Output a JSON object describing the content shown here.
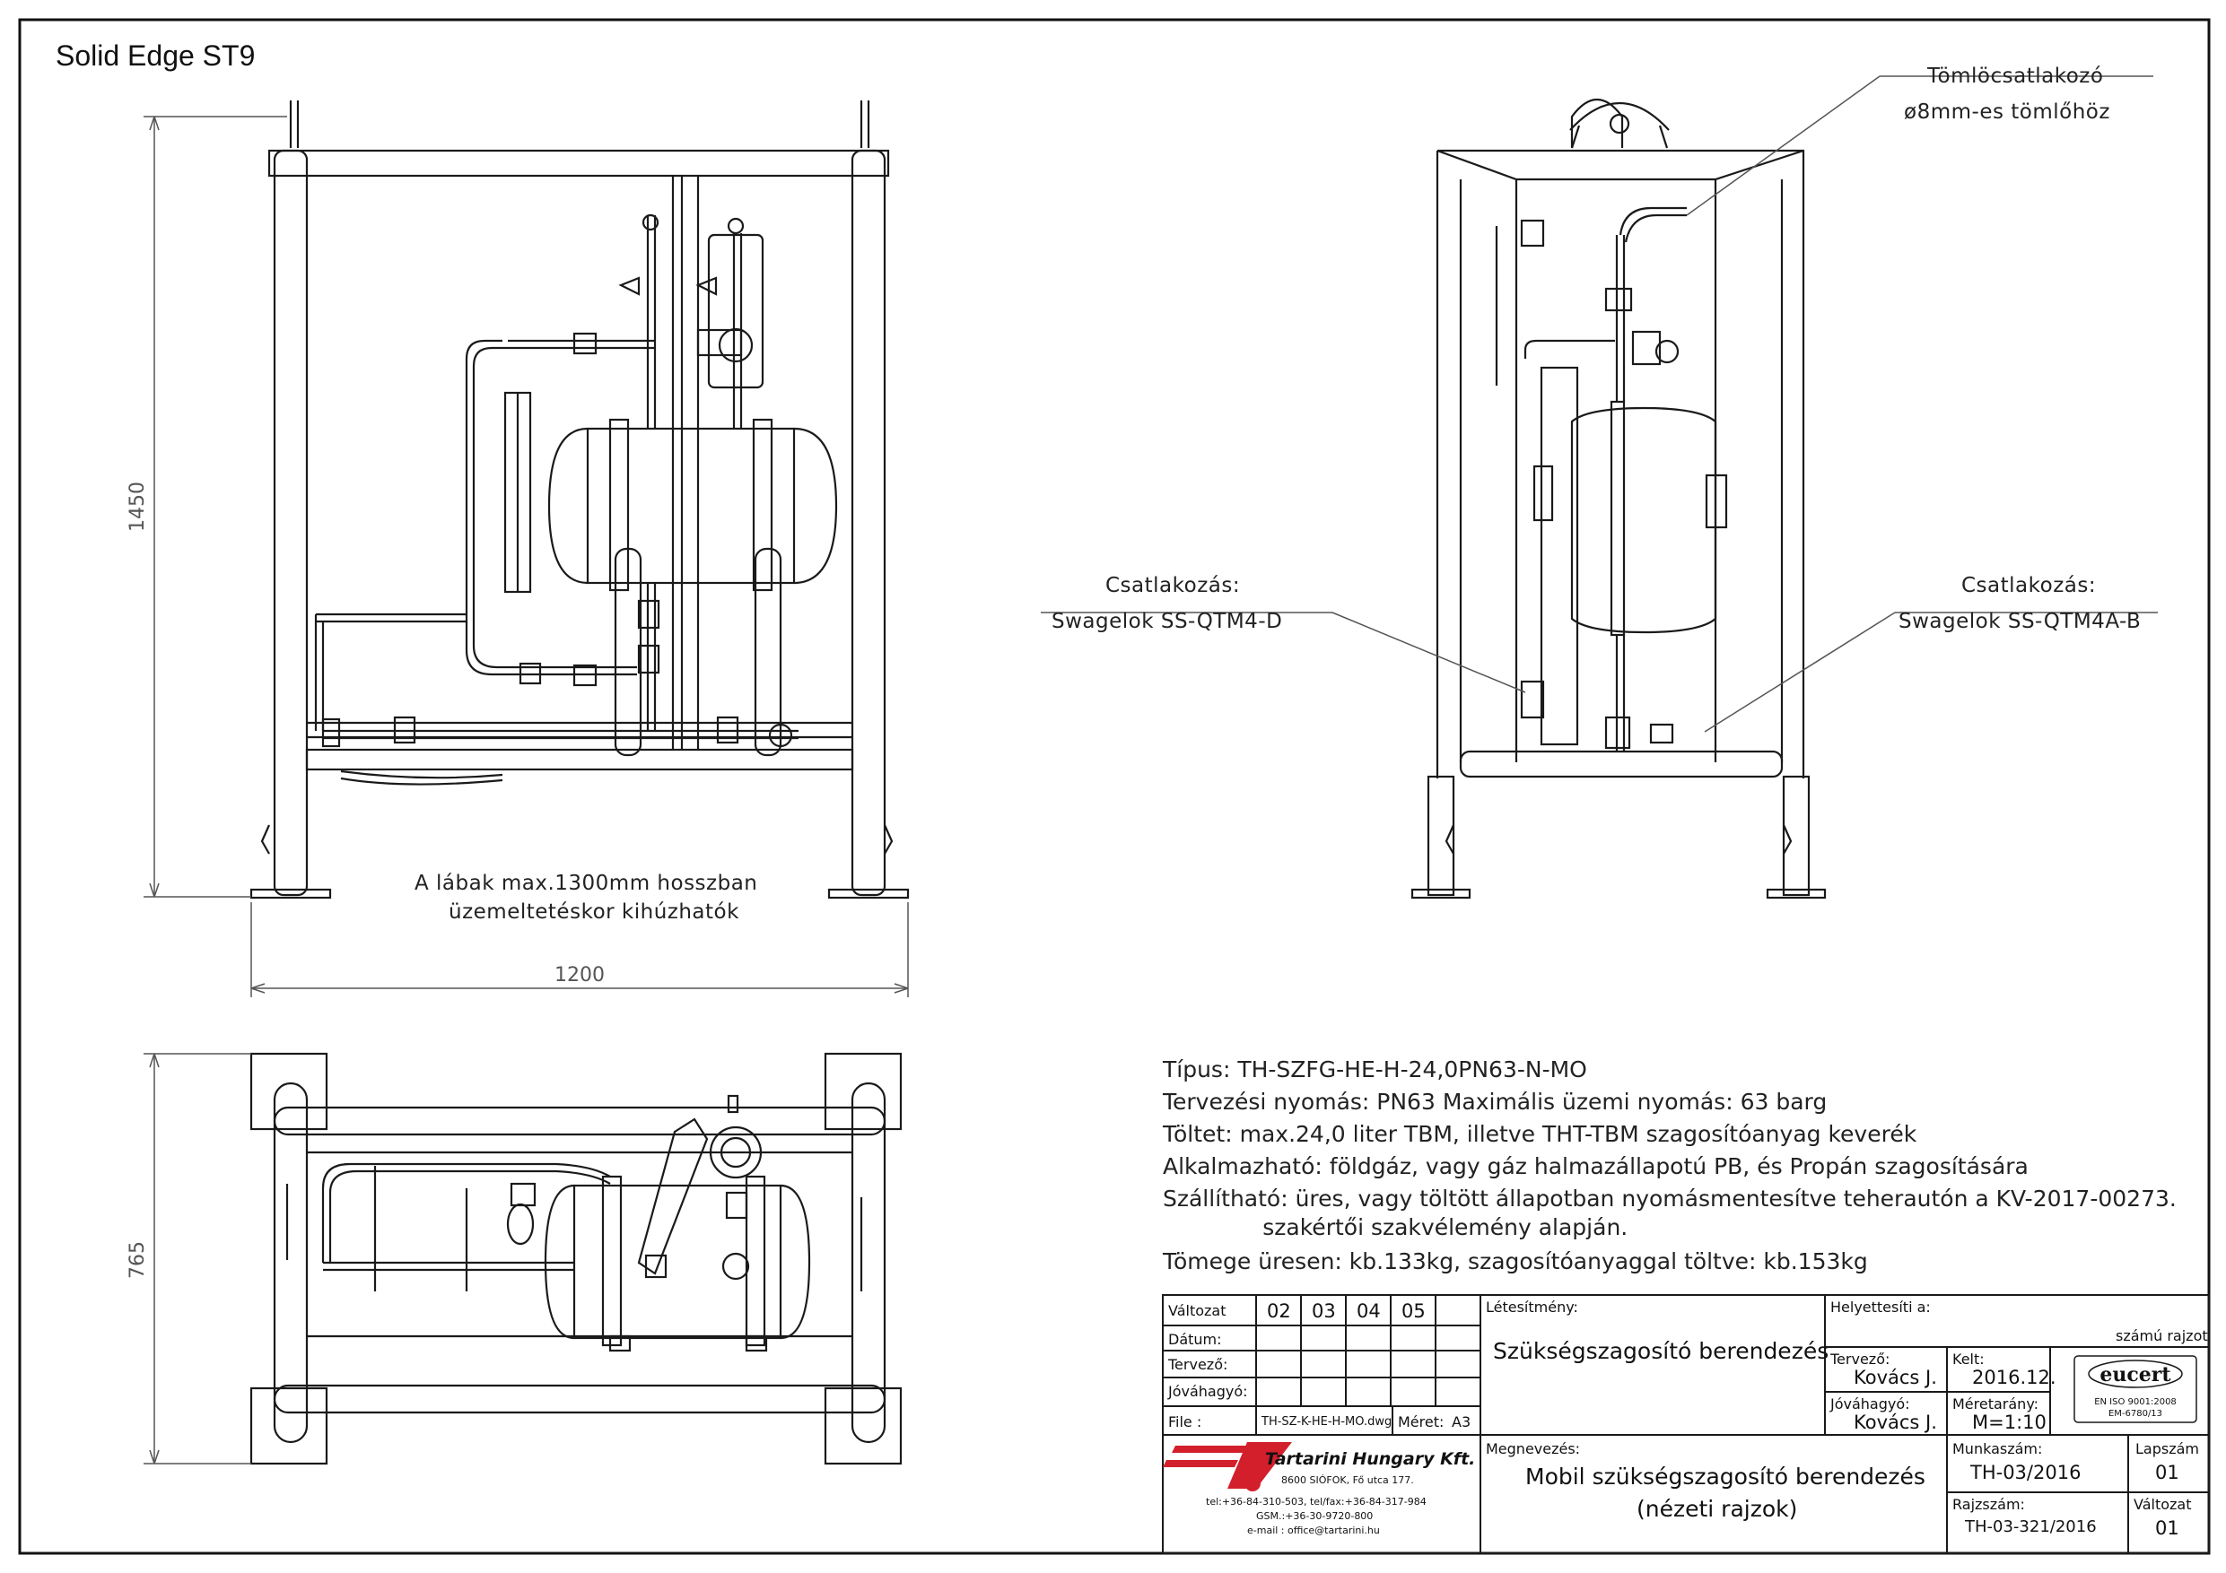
{
  "app": {
    "title": "Solid Edge  ST9"
  },
  "dimensions": {
    "height": "1450",
    "width": "1200",
    "depth": "765"
  },
  "notes": {
    "legs_line1": "A lábak max.1300mm hosszban",
    "legs_line2": "üzemeltetéskor kihúzhatók"
  },
  "callouts": {
    "hose_title": "Tömlöcsatlakozó",
    "hose_detail": "ø8mm-es tömlőhöz",
    "left_title": "Csatlakozás:",
    "left_detail": "Swagelok SS-QTM4-D",
    "right_title": "Csatlakozás:",
    "right_detail": "Swagelok SS-QTM4A-B"
  },
  "specs": [
    "Típus:  TH-SZFG-HE-H-24,0PN63-N-MO",
    "Tervezési nyomás:  PN63      Maximális üzemi nyomás:  63 barg",
    "Töltet:  max.24,0 liter TBM, illetve THT-TBM szagosítóanyag keverék",
    "Alkalmazható:  földgáz, vagy gáz halmazállapotú PB, és Propán szagosítására",
    "Szállítható:  üres, vagy töltött állapotban nyomásmentesítve teherautón a KV-2017-00273.",
    "              szakértői szakvélemény alapján.",
    "Tömege üresen:  kb.133kg, szagosítóanyaggal töltve:  kb.153kg"
  ],
  "title_block": {
    "revision_label": "Változat",
    "revisions": [
      "02",
      "03",
      "04",
      "05"
    ],
    "date_label": "Dátum:",
    "designer_label": "Tervező:",
    "approver_label": "Jóváhagyó:",
    "file_label": "File :",
    "file_value": "TH-SZ-K-HE-H-MO.dwg",
    "size_label": "Méret:",
    "size_value": "A3",
    "facility_label": "Létesítmény:",
    "facility_value": "Szükségszagosító berendezés",
    "site_label": "Helyettesíti a:",
    "site_suffix": "számú rajzot",
    "designer_name_label": "Tervező:",
    "designer_name": "Kovács J.",
    "approver_name_label": "Jóváhagyó:",
    "approver_name": "Kovács J.",
    "date_issued_label": "Kelt:",
    "date_issued": "2016.12.",
    "scale_label": "Méretarány:",
    "scale_value": "M=1:10",
    "cert_logo": "eucert",
    "cert_line1": "EN ISO 9001:2008",
    "cert_line2": "EM-6780/13",
    "name_label": "Megnevezés:",
    "name_line1": "Mobil szükségszagosító berendezés",
    "name_line2": "(nézeti rajzok)",
    "job_label": "Munkaszám:",
    "job_value": "TH-03/2016",
    "drawing_no_label": "Rajzszám:",
    "drawing_no_value": "TH-03-321/2016",
    "sheet_label": "Lapszám",
    "sheet_value": "01",
    "version_label": "Változat",
    "version_value": "01"
  },
  "company": {
    "name": "Tartarini Hungary Kft.",
    "address": "8600 SIÓFOK, Fő utca 177.",
    "phone": "tel:+36-84-310-503, tel/fax:+36-84-317-984",
    "mobile": "GSM.:+36-30-9720-800",
    "email": "e-mail : office@tartarini.hu"
  },
  "colors": {
    "line": "#1a1a1a",
    "dim": "#555555",
    "logo_red": "#d21f2b"
  }
}
